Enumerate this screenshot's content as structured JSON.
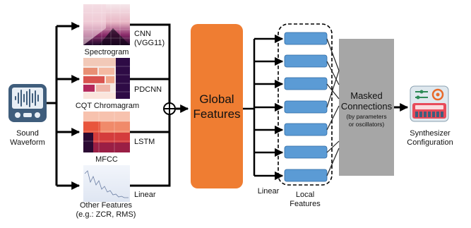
{
  "input": {
    "label_line1": "Sound",
    "label_line2": "Waveform"
  },
  "features": [
    {
      "name": "Spectrogram",
      "model_line1": "CNN",
      "model_line2": "(VGG11)"
    },
    {
      "name": "CQT Chromagram",
      "model_line1": "PDCNN",
      "model_line2": ""
    },
    {
      "name": "MFCC",
      "model_line1": "LSTM",
      "model_line2": ""
    },
    {
      "name_line1": "Other Features",
      "name_line2": "(e.g.: ZCR, RMS)",
      "model_line1": "Linear",
      "model_line2": ""
    }
  ],
  "fusion_symbol": "⊕",
  "global": {
    "line1": "Global",
    "line2": "Features"
  },
  "linear_label": "Linear",
  "local": {
    "line1": "Local",
    "line2": "Features"
  },
  "masked": {
    "line1": "Masked",
    "line2": "Connections",
    "line3": "(by parameters",
    "line4": "or oscillators)"
  },
  "output": {
    "line1": "Synthesizer",
    "line2": "Configuration"
  },
  "colors": {
    "global_box": "#ef7d32",
    "local_box": "#5b9bd5",
    "masked_box": "#a6a6a6",
    "waveform_icon": "#3f5d7c"
  }
}
